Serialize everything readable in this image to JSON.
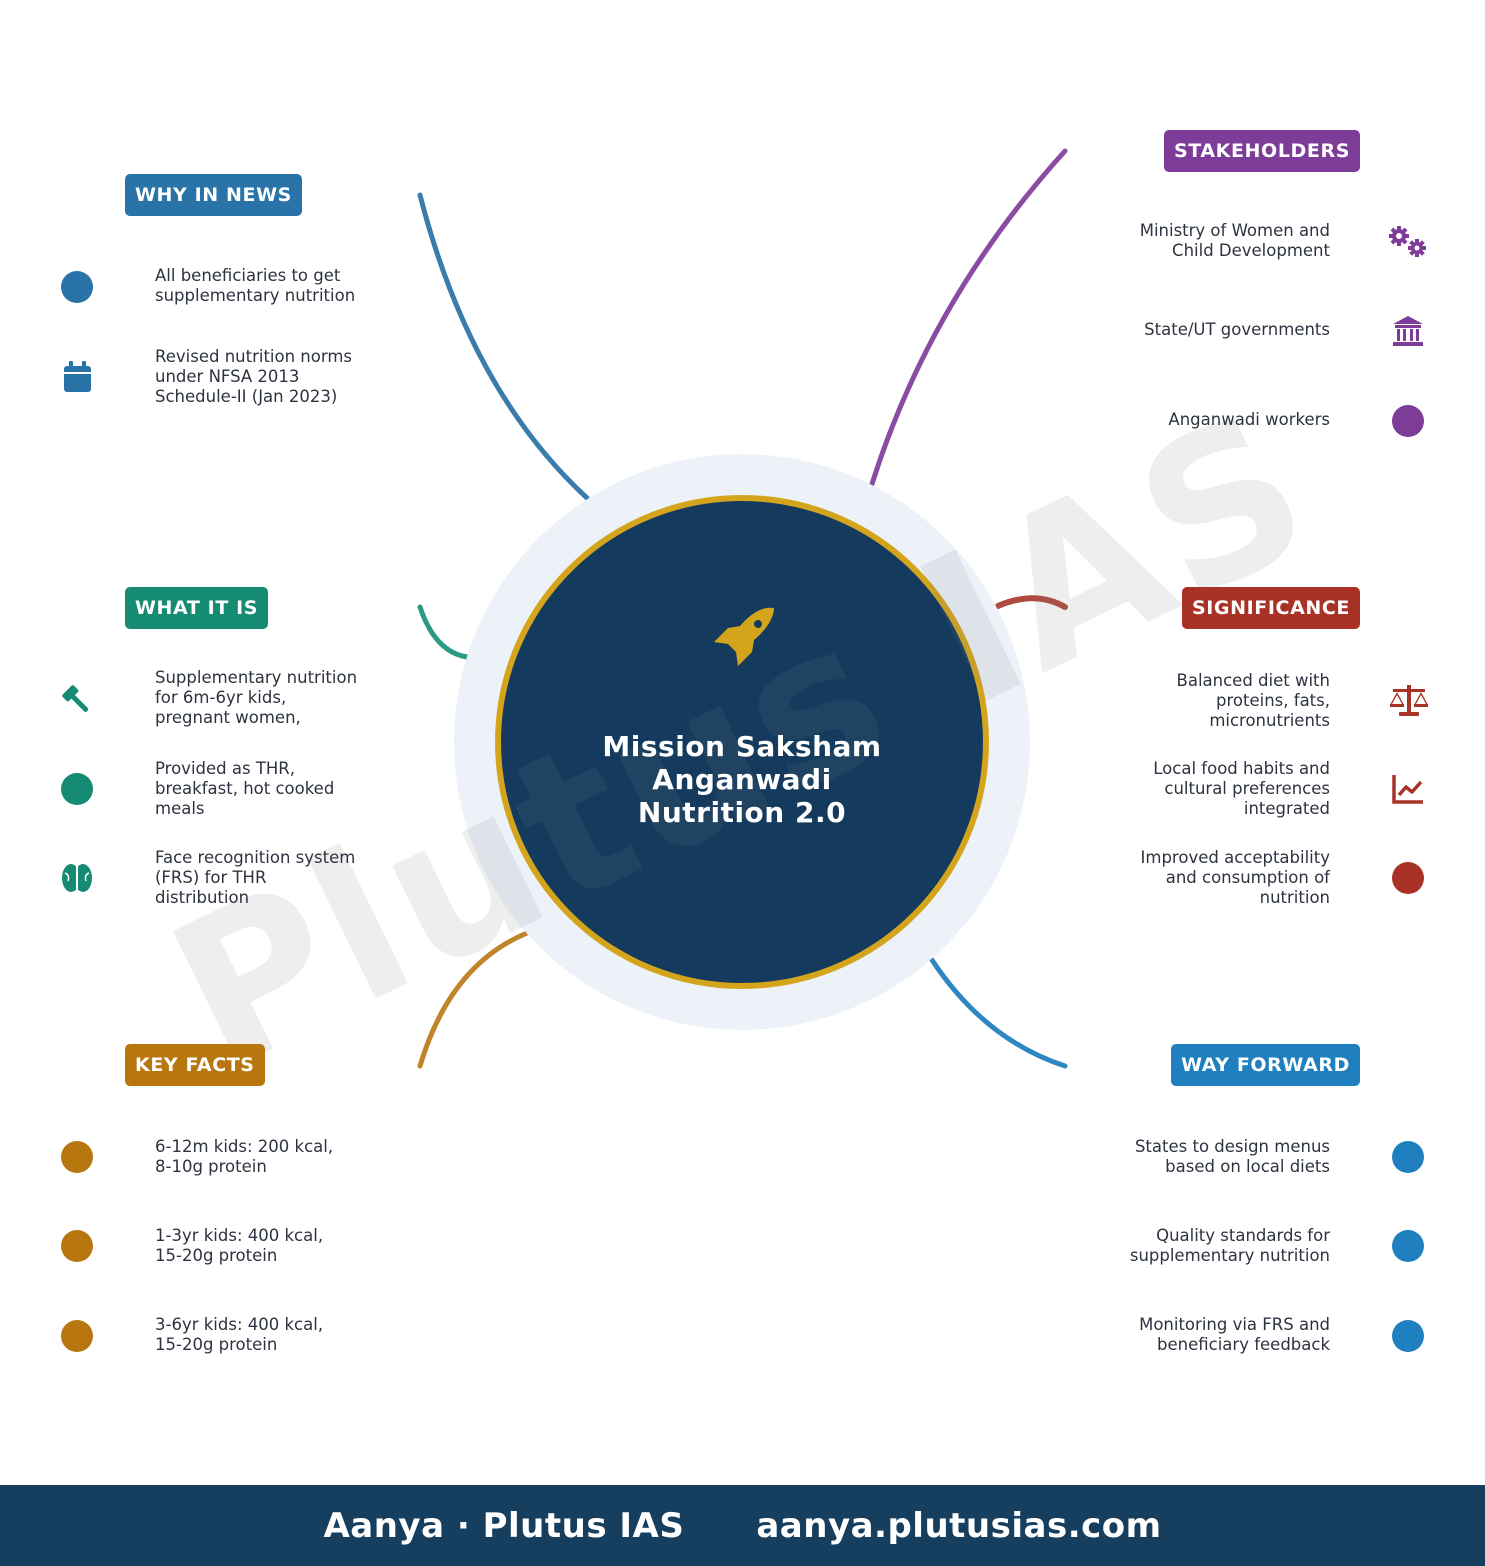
{
  "center": {
    "title": "Mission Saksham Anganwadi Nutrition 2.0",
    "icon": "rocket-icon"
  },
  "watermark": "Plutus IAS",
  "colors": {
    "navy": "#143b5d",
    "gold": "#d4a51c",
    "halo": "#edf2f8",
    "blue": "#2a73a8",
    "purple": "#7d3c98",
    "teal": "#168b74",
    "red": "#a93226",
    "orange": "#b8760f",
    "skyblue": "#1f7fbf"
  },
  "sections": {
    "why_in_news": {
      "title": "WHY IN NEWS",
      "items": [
        {
          "text": "All beneficiaries to get\nsupplementary nutrition",
          "icon": "dot-icon"
        },
        {
          "text": "Revised nutrition norms\nunder NFSA 2013\nSchedule-II (Jan 2023)",
          "icon": "calendar-icon"
        }
      ]
    },
    "what_it_is": {
      "title": "WHAT IT IS",
      "items": [
        {
          "text": "Supplementary nutrition\nfor 6m-6yr kids,\npregnant women,",
          "icon": "gavel-icon"
        },
        {
          "text": "Provided as THR,\nbreakfast, hot cooked\nmeals",
          "icon": "dot-icon"
        },
        {
          "text": "Face recognition system\n(FRS) for THR\ndistribution",
          "icon": "brain-icon"
        }
      ]
    },
    "key_facts": {
      "title": "KEY FACTS",
      "items": [
        {
          "text": "6-12m kids: 200 kcal,\n8-10g protein",
          "icon": "dot-icon"
        },
        {
          "text": "1-3yr kids: 400 kcal,\n15-20g protein",
          "icon": "dot-icon"
        },
        {
          "text": "3-6yr kids: 400 kcal,\n15-20g protein",
          "icon": "dot-icon"
        }
      ]
    },
    "stakeholders": {
      "title": "STAKEHOLDERS",
      "items": [
        {
          "text": "Ministry of Women and\nChild Development",
          "icon": "gears-icon"
        },
        {
          "text": "State/UT governments",
          "icon": "bank-icon"
        },
        {
          "text": "Anganwadi workers",
          "icon": "dot-icon"
        }
      ]
    },
    "significance": {
      "title": "SIGNIFICANCE",
      "items": [
        {
          "text": "Balanced diet with\nproteins, fats,\nmicronutrients",
          "icon": "scale-icon"
        },
        {
          "text": "Local food habits and\ncultural preferences\nintegrated",
          "icon": "chart-line-icon"
        },
        {
          "text": "Improved acceptability\nand consumption of\nnutrition",
          "icon": "dot-icon"
        }
      ]
    },
    "way_forward": {
      "title": "WAY FORWARD",
      "items": [
        {
          "text": "States to design menus\nbased on local diets",
          "icon": "dot-icon"
        },
        {
          "text": "Quality standards for\nsupplementary nutrition",
          "icon": "dot-icon"
        },
        {
          "text": "Monitoring via FRS and\nbeneficiary feedback",
          "icon": "dot-icon"
        }
      ]
    }
  },
  "footer": {
    "author": "Aanya · Plutus IAS",
    "url": "aanya.plutusias.com"
  }
}
